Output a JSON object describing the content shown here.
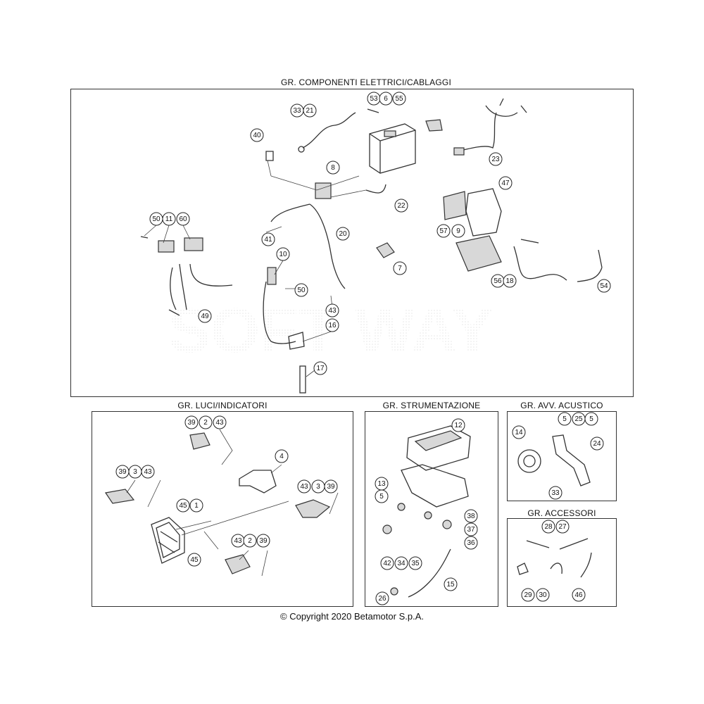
{
  "sections": {
    "electrical": "GR. COMPONENTI ELETTRICI/CABLAGGI",
    "lights": "GR. LUCI/INDICATORI",
    "instruments": "GR. STRUMENTAZIONE",
    "horn": "GR. AVV. ACUSTICO",
    "accessories": "GR. ACCESSORI"
  },
  "copyright": "© Copyright 2020 Betamotor S.p.A.",
  "callouts": {
    "electrical": [
      "53",
      "6",
      "55",
      "33",
      "21",
      "40",
      "8",
      "23",
      "47",
      "22",
      "50",
      "11",
      "60",
      "57",
      "9",
      "41",
      "20",
      "7",
      "10",
      "56",
      "18",
      "54",
      "50",
      "49",
      "43",
      "16",
      "17"
    ],
    "lights": [
      "39",
      "2",
      "43",
      "4",
      "39",
      "3",
      "43",
      "43",
      "3",
      "39",
      "45",
      "1",
      "45",
      "43",
      "2",
      "39"
    ],
    "instruments": [
      "12",
      "13",
      "5",
      "38",
      "37",
      "36",
      "42",
      "34",
      "35",
      "15",
      "26"
    ],
    "horn": [
      "5",
      "25",
      "5",
      "14",
      "24",
      "33"
    ],
    "accessories": [
      "28",
      "27",
      "29",
      "30",
      "46"
    ]
  },
  "watermark": "SOFT WAY"
}
